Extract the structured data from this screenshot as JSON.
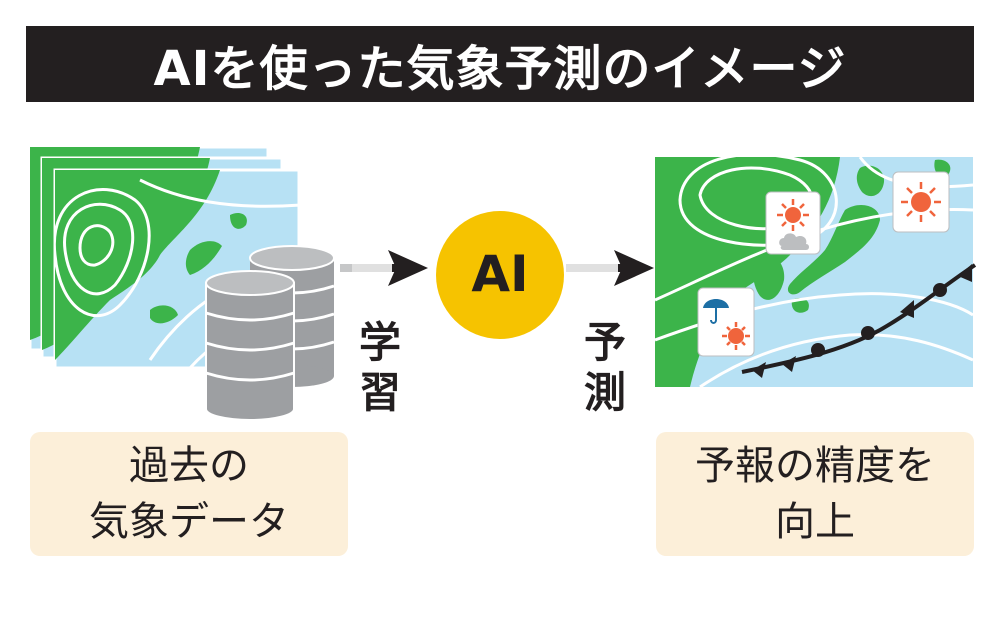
{
  "title": "AIを使った気象予測のイメージ",
  "center": {
    "ai_label": "AI"
  },
  "steps": {
    "learn_label": "学\n習",
    "predict_label": "予\n測"
  },
  "left_box": {
    "text": "過去の\n気象データ"
  },
  "right_box": {
    "text": "予報の精度を\n向上"
  },
  "colors": {
    "land": "#3cb44a",
    "sea": "#b7e1f4",
    "isobar": "#ffffff",
    "ai_circle": "#f6c300",
    "label_bg": "#fcefd9",
    "title_bg": "#231f20",
    "database": "#9d9fa2",
    "sun": "#f0643c",
    "umbrella": "#1d6fa5"
  },
  "icons": {
    "map_stack": "weather-map-stack-icon",
    "database": "database-cylinders-icon",
    "forecast_map": "forecast-map-icon",
    "sun_cloud": "sun-cloud-icon",
    "sun": "sun-icon",
    "umbrella_sun": "umbrella-sun-icon",
    "front": "weather-front-icon"
  }
}
